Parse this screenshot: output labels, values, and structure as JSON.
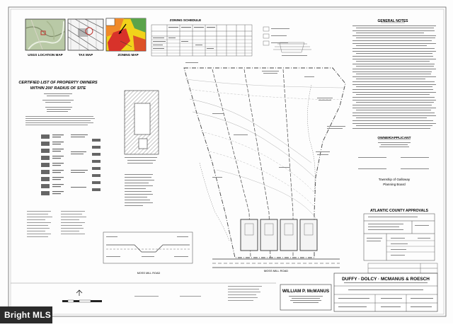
{
  "sheet": {
    "map_labels": {
      "location": "USGS LOCATION MAP",
      "tax": "TAX MAP",
      "zoning": "ZONING MAP"
    },
    "zoning_schedule_title": "ZONING SCHEDULE",
    "owners_title_1": "CERTIFIED LIST OF PROPERTY OWNERS",
    "owners_title_2": "WITHIN 200' RADIUS OF SITE",
    "general_notes_title": "GENERAL NOTES",
    "owner_applicant_title": "OWNER/APPLICANT",
    "planning_board_1": "Township of Galloway",
    "planning_board_2": "Planning Board",
    "county_approvals_title": "ATLANTIC COUNTY APPROVALS",
    "road_label": "MOSS MILL ROAD",
    "engineer_name": "WILLIAM P. McMANUS",
    "firm_name": "DUFFY · DOLCY · MCMANUS & ROESCH",
    "watermark": "Bright MLS"
  },
  "colors": {
    "line": "#555555",
    "zoning_red": "#d8322a",
    "zoning_yellow": "#f1d21a",
    "zoning_orange": "#f08a2a",
    "zoning_green": "#5aa34a",
    "highlight_box": "#f3d52b"
  }
}
